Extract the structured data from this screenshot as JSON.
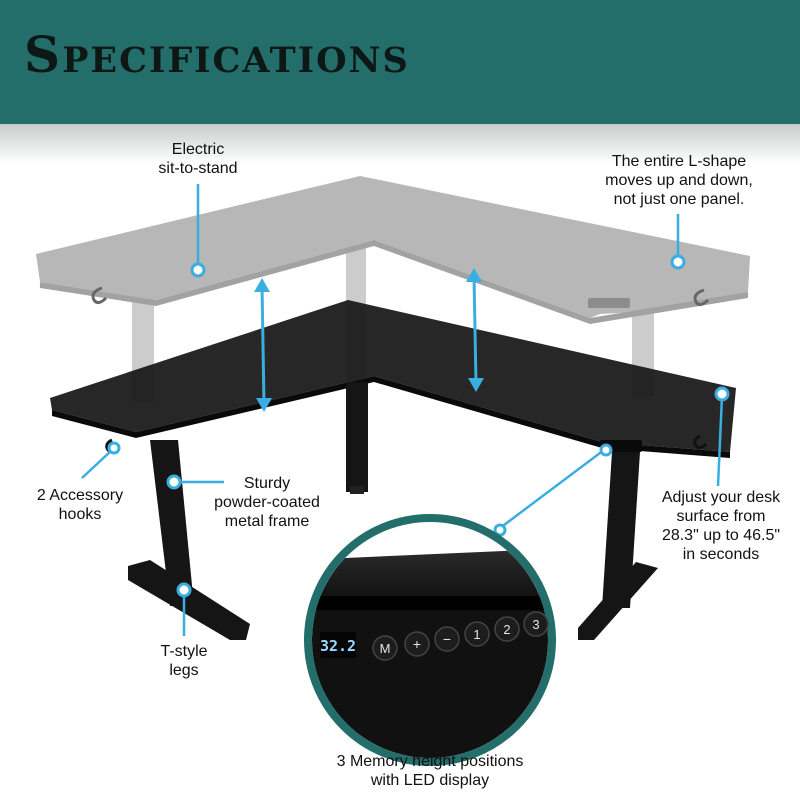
{
  "header": {
    "title": "Specifications"
  },
  "colors": {
    "banner": "#236d6a",
    "callout": "#3aaee0",
    "desk_raised": "#b4b4b4",
    "desk_lowered": "#121212"
  },
  "callouts": {
    "electric": "Electric\nsit-to-stand",
    "lshape": "The entire L-shape\nmoves up and down,\nnot just one panel.",
    "hooks": "2 Accessory\nhooks",
    "frame": "Sturdy\npowder-coated\nmetal frame",
    "adjust": "Adjust your desk\nsurface from\n28.3\" up to 46.5\"\nin seconds",
    "legs": "T-style\nlegs",
    "memory": "3 Memory height positions\nwith LED display"
  },
  "controller": {
    "display": "32.2",
    "buttons": [
      "M",
      "+",
      "−",
      "1",
      "2",
      "3"
    ]
  },
  "icons": [
    "callout-dot-icon",
    "up-down-arrow-icon",
    "desk-hook-icon"
  ]
}
